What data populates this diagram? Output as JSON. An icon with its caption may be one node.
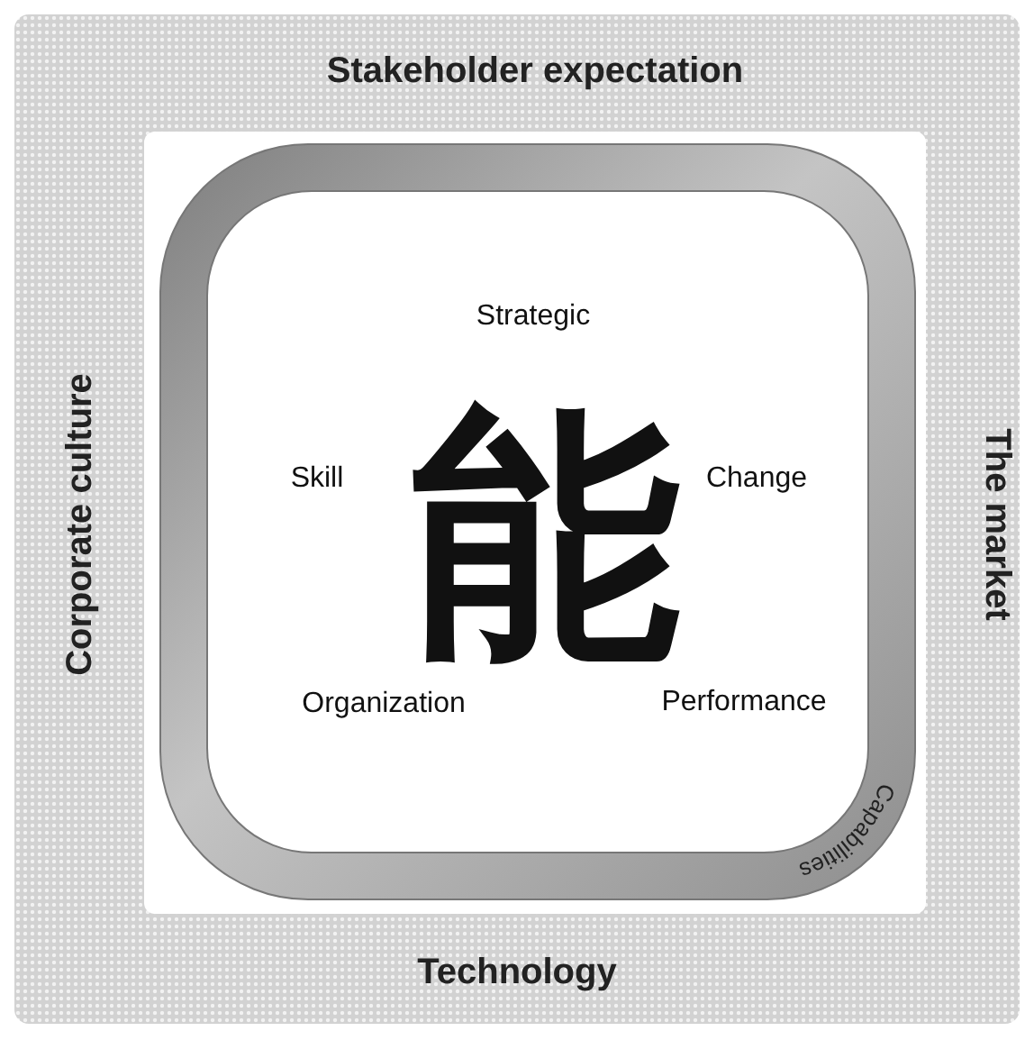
{
  "diagram": {
    "nodes": [
      {
        "text": [
          "Stakeholder expectation",
          "The market",
          "Technology",
          "Corporate culture"
        ]
      },
      {
        "text": [
          "Strategic",
          "Skill",
          "能",
          "Change",
          "Organization",
          "Performance",
          "Capabilities"
        ],
        "in": 0
      }
    ]
  }
}
